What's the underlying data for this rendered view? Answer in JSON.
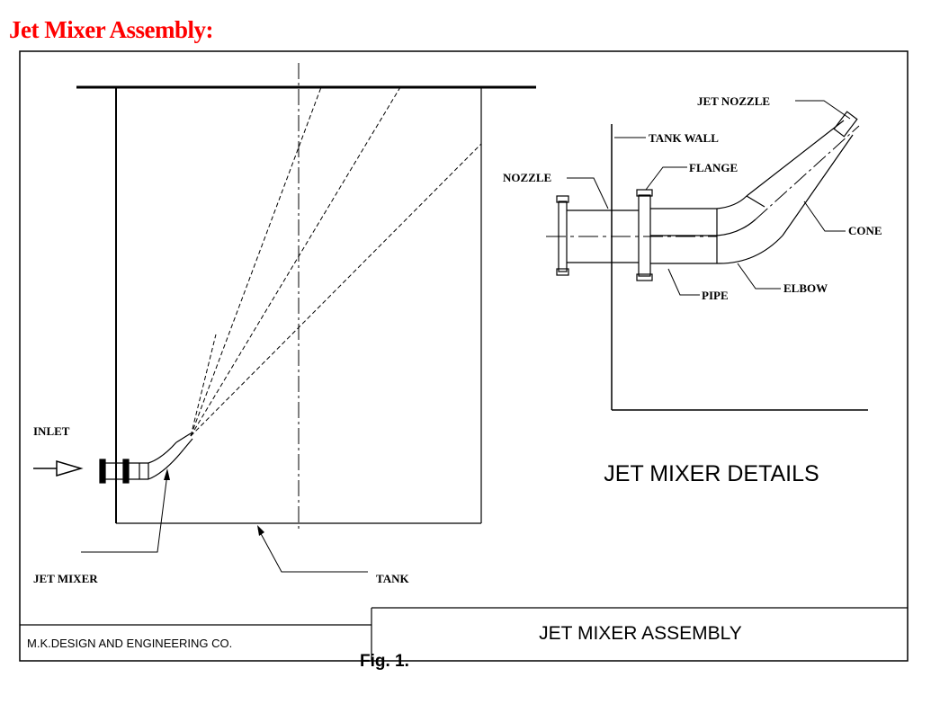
{
  "heading": "Jet Mixer Assembly:",
  "labels": {
    "inlet": "INLET",
    "jet_mixer": "JET MIXER",
    "tank": "TANK",
    "jet_nozzle": "JET NOZZLE",
    "tank_wall": "TANK WALL",
    "nozzle": "NOZZLE",
    "flange": "FLANGE",
    "cone": "CONE",
    "pipe": "PIPE",
    "elbow": "ELBOW",
    "details_title": "JET MIXER DETAILS"
  },
  "title_block": {
    "company": "M.K.DESIGN AND ENGINEERING CO.",
    "drawing_title": "JET MIXER ASSEMBLY"
  },
  "caption": "Fig. 1.",
  "colors": {
    "heading": "#ff0000",
    "lines": "#000000"
  }
}
